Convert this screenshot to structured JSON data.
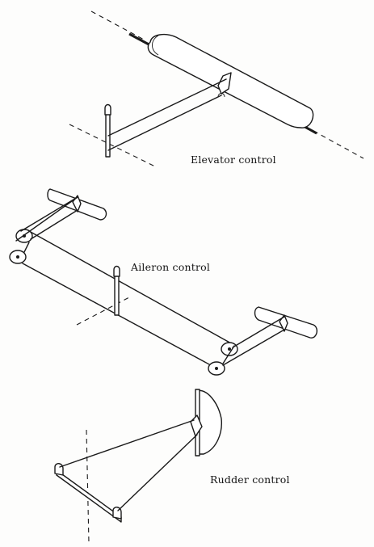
{
  "labels": {
    "elevator": "Elevator control",
    "aileron": "Aileron control",
    "rudder": "Rudder control"
  },
  "colors": {
    "ink": "#1a1a1a",
    "paper": "#fdfdfc"
  }
}
